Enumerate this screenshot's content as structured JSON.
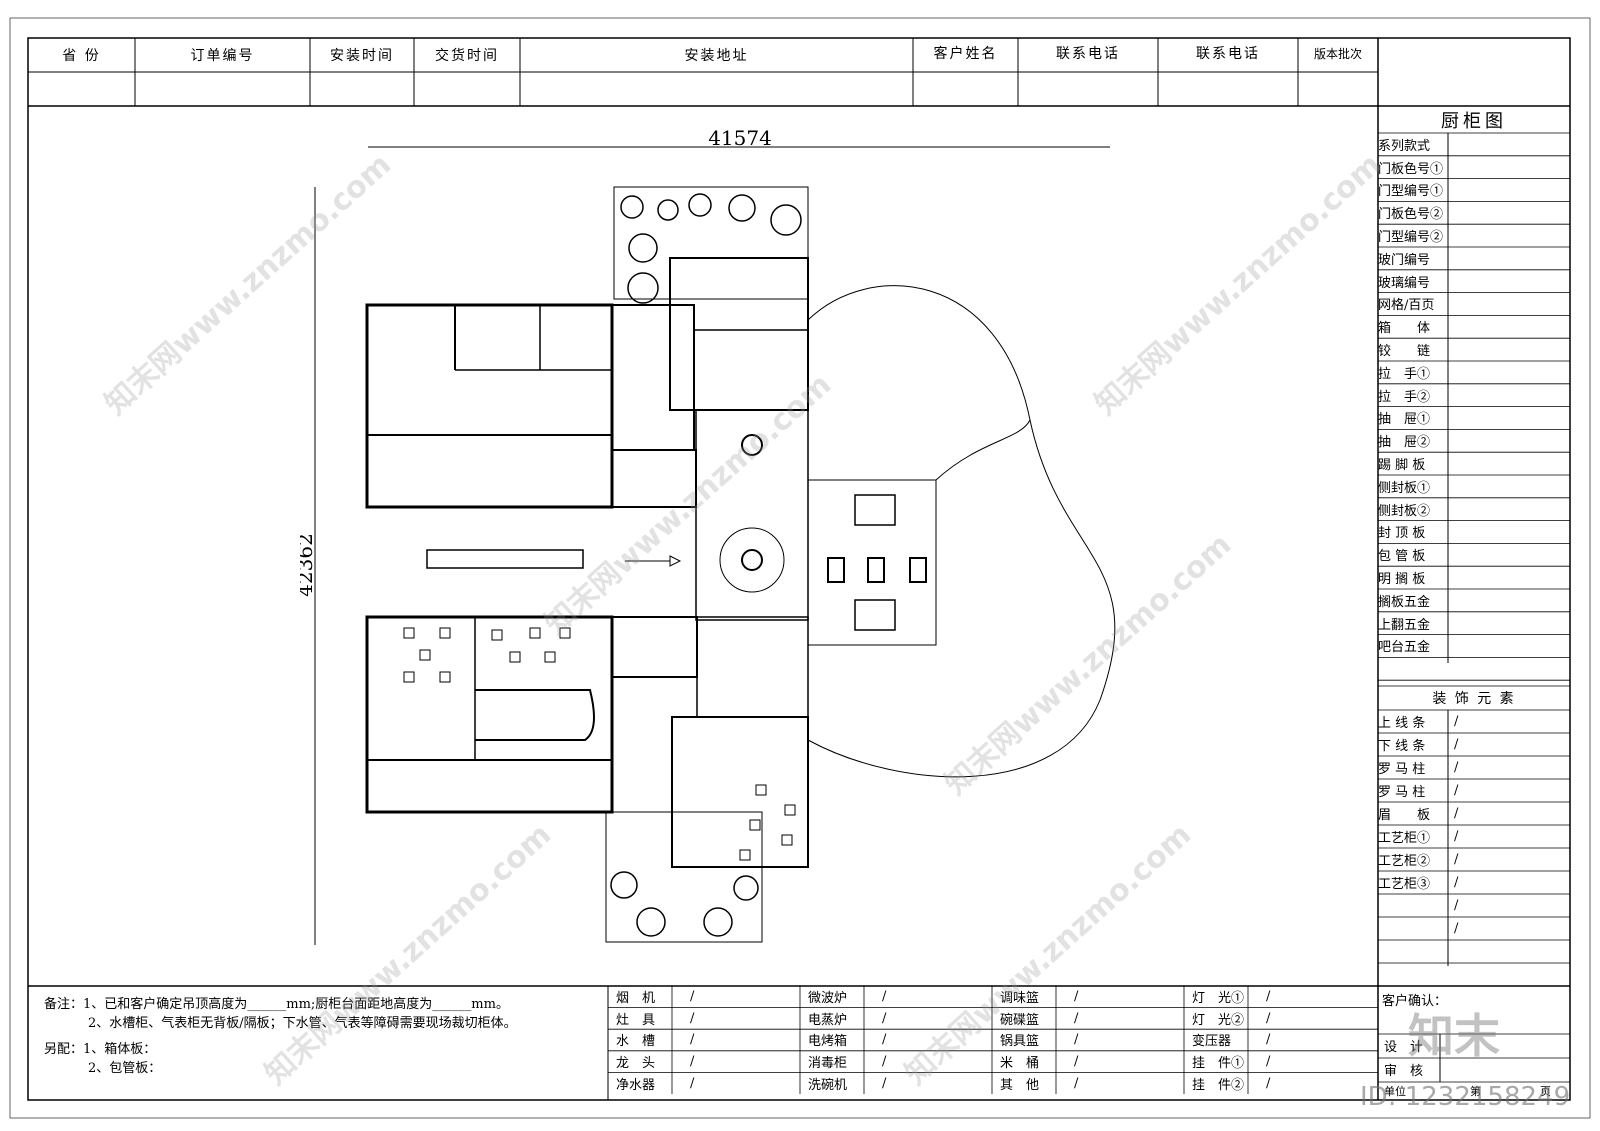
{
  "header": {
    "columns": [
      "省 份",
      "订单编号",
      "安装时间",
      "交货时间",
      "安装地址",
      "客户姓名",
      "联系电话",
      "联系电话",
      "版本批次"
    ]
  },
  "drawing": {
    "width_dim": "41574",
    "height_dim": "42362"
  },
  "side_panel": {
    "title": "厨柜图",
    "items": [
      "系列款式",
      "门板色号①",
      "门型编号①",
      "门板色号②",
      "门型编号②",
      "玻门编号",
      "玻璃编号",
      "网格/百页",
      "箱　　体",
      "铰　　链",
      "拉　手①",
      "拉　手②",
      "抽　屉①",
      "抽　屉②",
      "踢 脚 板",
      "侧封板①",
      "侧封板②",
      "封 顶 板",
      "包 管 板",
      "明 搁 板",
      "搁板五金",
      "上翻五金",
      "吧台五金"
    ],
    "decor_title": "装 饰 元 素",
    "decor_items": [
      "上 线 条",
      "下 线 条",
      "罗 马 柱",
      "罗 马 柱",
      "眉　　板",
      "工艺柜①",
      "工艺柜②",
      "工艺柜③"
    ],
    "slash": "/"
  },
  "notes": {
    "remark_line1": "备注：1、已和客户确定吊顶高度为______mm;厨柜台面距地高度为______mm。",
    "remark_line2": "2、水槽柜、气表柜无背板/隔板；下水管、气表等障碍需要现场裁切柜体。",
    "extra_title": "另配：1、箱体板：",
    "extra_line2": "2、包管板："
  },
  "bottom_table": {
    "col1": [
      "烟　机",
      "灶　具",
      "水　槽",
      "龙　头",
      "净水器"
    ],
    "col2": [
      "微波炉",
      "电蒸炉",
      "电烤箱",
      "消毒柜",
      "洗碗机"
    ],
    "col3": [
      "调味篮",
      "碗碟篮",
      "锅具篮",
      "米　桶",
      "其　他"
    ],
    "col4": [
      "灯　光①",
      "灯　光②",
      "变压器",
      "挂　件①",
      "挂　件②"
    ],
    "slash": "/"
  },
  "confirm": {
    "customer": "客户确认：",
    "design": "设　计",
    "review": "审　核",
    "unit": "单位",
    "page": "第",
    "page2": "页"
  },
  "watermark": {
    "text": "知末网www.znzmo.com",
    "logo": "知末",
    "id": "ID: 1232158249"
  }
}
